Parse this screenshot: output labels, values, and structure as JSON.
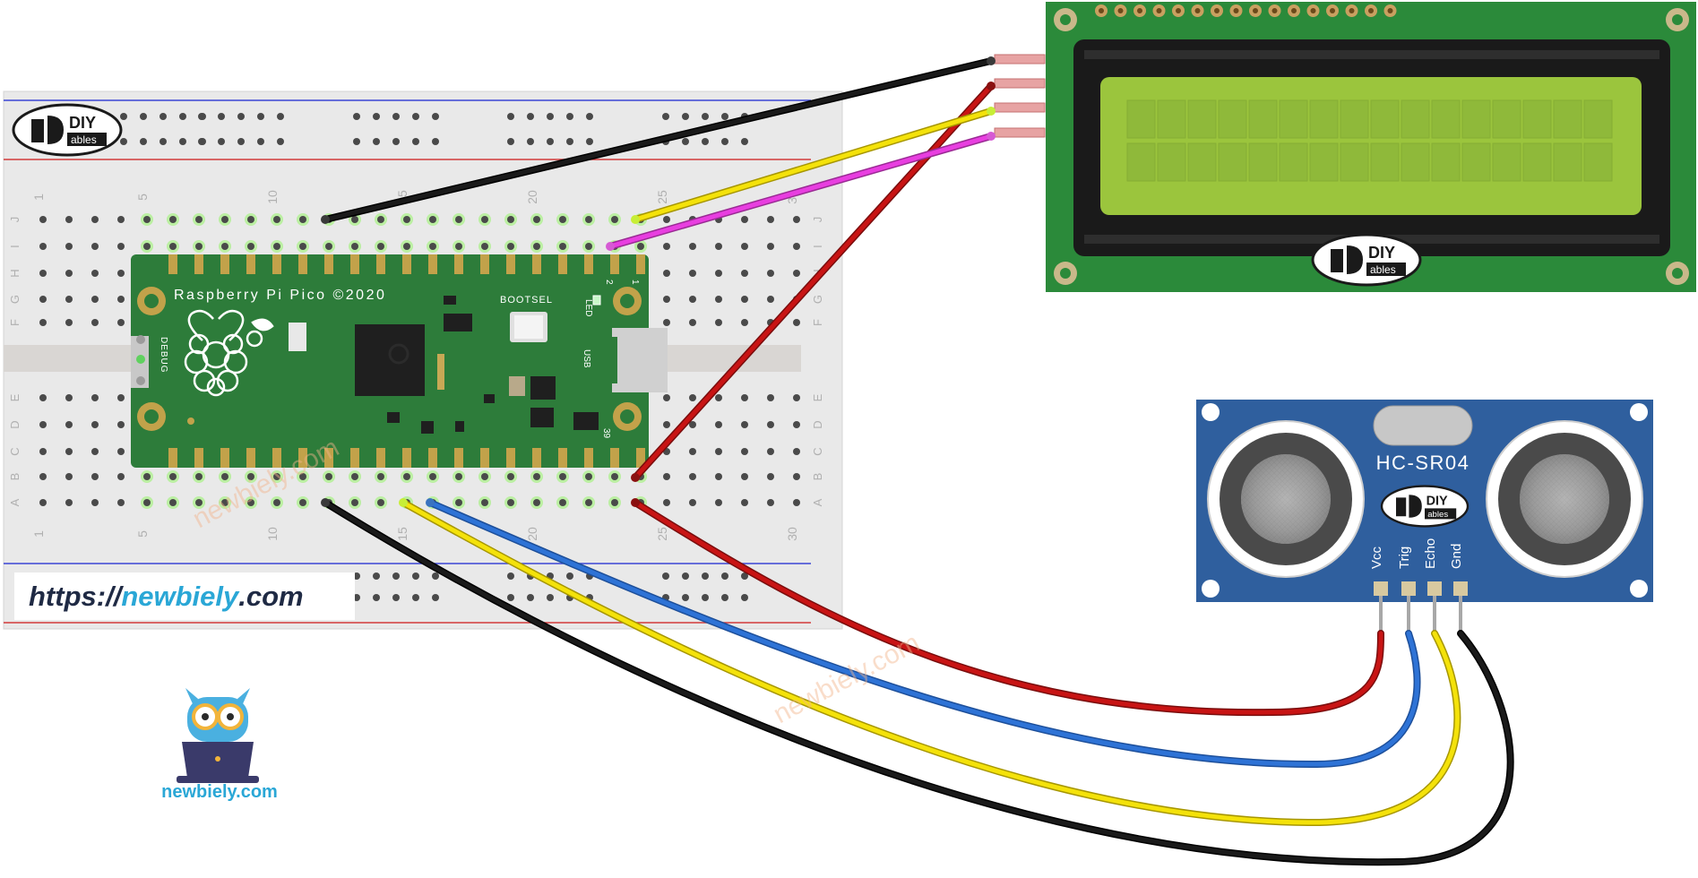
{
  "diagram": {
    "breadboard": {
      "column_labels": [
        "1",
        "5",
        "10",
        "15",
        "20",
        "25",
        "30"
      ],
      "row_labels_top": [
        "J",
        "I",
        "H",
        "G",
        "F"
      ],
      "row_labels_bottom": [
        "E",
        "D",
        "C",
        "B",
        "A"
      ]
    },
    "pico": {
      "title": "Raspberry Pi Pico ©2020",
      "bootsel": "BOOTSEL",
      "led": "LED",
      "usb": "USB",
      "debug": "DEBUG",
      "pin_top_left": "2",
      "pin_top_right": "1",
      "pin_bottom": "39"
    },
    "lcd": {
      "colors": {
        "board": "#2b8a3a",
        "screen": "#9bc53d",
        "bezel": "#1a1a1a"
      }
    },
    "sensor": {
      "name": "HC-SR04",
      "pins": [
        "Vcc",
        "Trig",
        "Echo",
        "Gnd"
      ],
      "colors": {
        "board": "#2f5f9e"
      }
    },
    "logo": {
      "top": "DIY",
      "bottom": "ables"
    },
    "url": {
      "prefix": "https://",
      "brand": "newbiely",
      "suffix": ".com"
    },
    "owl_label": "newbiely.com",
    "watermark": "newbiely.com",
    "wire_colors": {
      "black": "#1a1a1a",
      "red": "#c81414",
      "yellow": "#f4e20a",
      "magenta": "#e83ee0",
      "blue": "#2e73d6"
    }
  }
}
